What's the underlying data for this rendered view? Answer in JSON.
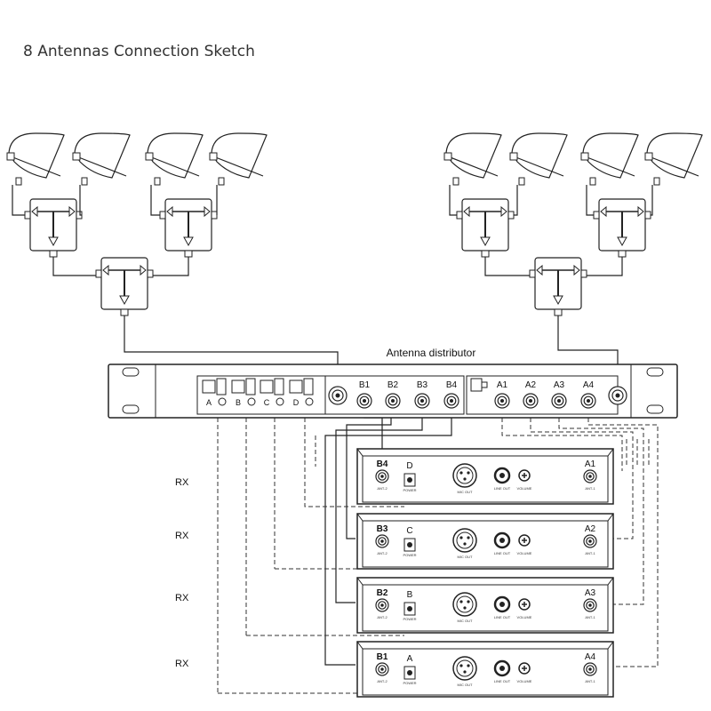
{
  "title": "8 Antennas Connection Sketch",
  "distributor": {
    "label": "Antenna distributor",
    "power_switches": [
      "A",
      "B",
      "C",
      "D"
    ],
    "b_ports": [
      "B1",
      "B2",
      "B3",
      "B4"
    ],
    "a_ports": [
      "A1",
      "A2",
      "A3",
      "A4"
    ]
  },
  "rx_labels": [
    "RX",
    "RX",
    "RX",
    "RX"
  ],
  "receivers": [
    {
      "left_port": "B4",
      "right_port": "A1",
      "channel": "D"
    },
    {
      "left_port": "B3",
      "right_port": "A2",
      "channel": "C"
    },
    {
      "left_port": "B2",
      "right_port": "A3",
      "channel": "B"
    },
    {
      "left_port": "B1",
      "right_port": "A4",
      "channel": "A"
    }
  ],
  "receiver_small_labels": {
    "ant2": "ANT-2",
    "ant1": "ANT-1",
    "power": "POWER",
    "mic_out": "MIC OUT",
    "line_out": "LINE OUT",
    "volume": "VOLUME"
  }
}
